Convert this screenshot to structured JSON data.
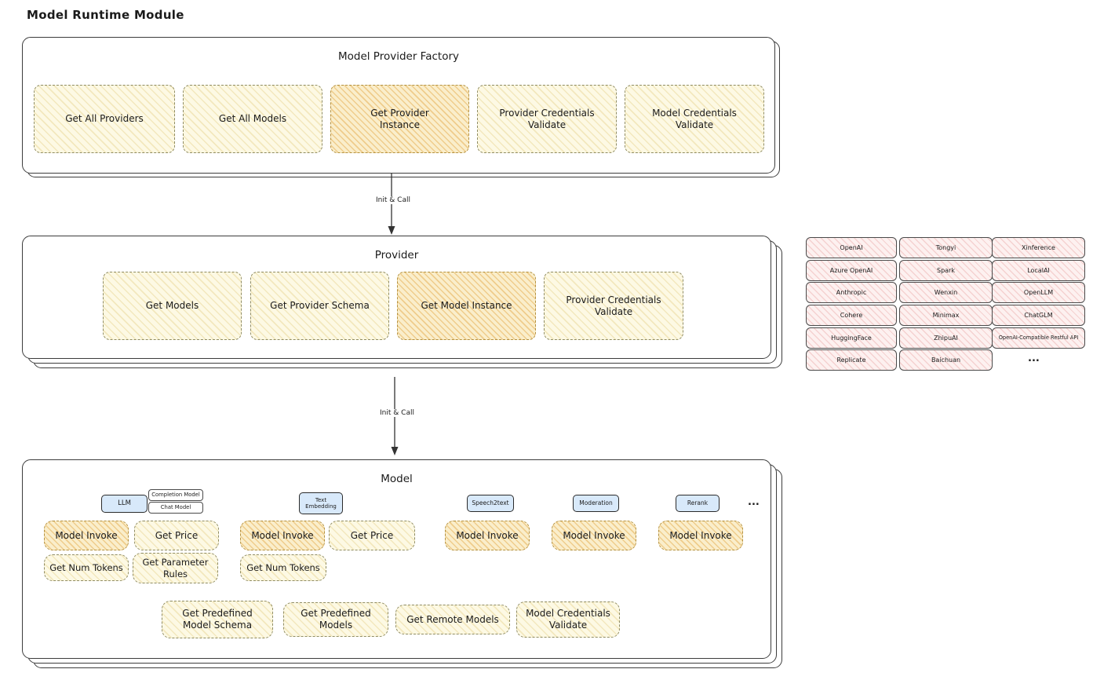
{
  "page_title": "Model Runtime Module",
  "arrow_label_1": "Init & Call",
  "arrow_label_2": "Init & Call",
  "factory": {
    "title": "Model Provider Factory",
    "items": [
      "Get All Providers",
      "Get All Models",
      "Get Provider Instance",
      "Provider Credentials Validate",
      "Model Credentials Validate"
    ]
  },
  "provider": {
    "title": "Provider",
    "items": [
      "Get Models",
      "Get Provider Schema",
      "Get Model Instance",
      "Provider Credentials Validate"
    ]
  },
  "provider_grid": {
    "col1": [
      "OpenAI",
      "Azure OpenAI",
      "Anthropic",
      "Cohere",
      "HuggingFace",
      "Replicate"
    ],
    "col2": [
      "Tongyi",
      "Spark",
      "Wenxin",
      "Minimax",
      "ZhipuAI",
      "Baichuan"
    ],
    "col3": [
      "Xinference",
      "LocalAI",
      "OpenLLM",
      "ChatGLM",
      "OpenAI-Compatible Restful API"
    ],
    "more": "..."
  },
  "model": {
    "title": "Model",
    "tab_llm": "LLM",
    "tab_completion_model": "Completion Model",
    "tab_chat_model": "Chat Model",
    "tab_text_embedding": "Text Embedding",
    "tab_speech2text": "Speech2text",
    "tab_moderation": "Moderation",
    "tab_rerank": "Rerank",
    "tabs_more": "...",
    "model_invoke": "Model Invoke",
    "get_price": "Get Price",
    "get_num_tokens": "Get Num Tokens",
    "get_parameter_rules": "Get Parameter Rules",
    "get_predefined_model_schema": "Get Predefined Model Schema",
    "get_predefined_models": "Get Predefined Models",
    "get_remote_models": "Get Remote Models",
    "model_credentials_validate": "Model Credentials Validate"
  }
}
